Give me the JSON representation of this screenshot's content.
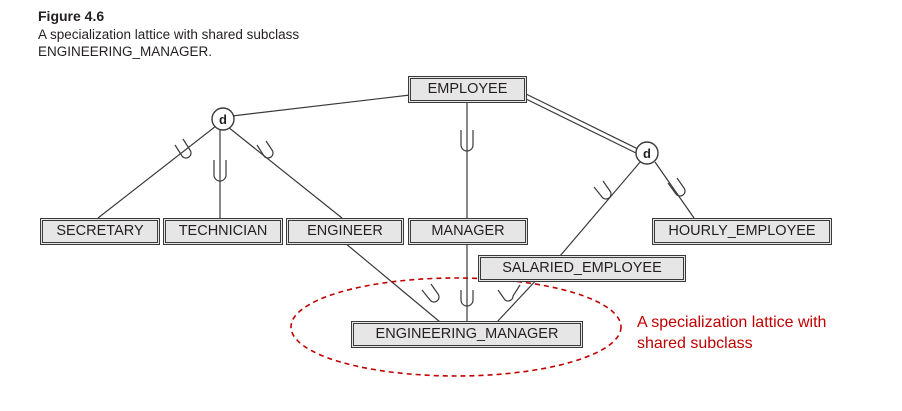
{
  "figure": {
    "label": "Figure 4.6",
    "caption_line1": "A specialization lattice with shared subclass",
    "caption_line2": "ENGINEERING_MANAGER."
  },
  "entities": {
    "employee": "EMPLOYEE",
    "secretary": "SECRETARY",
    "technician": "TECHNICIAN",
    "engineer": "ENGINEER",
    "manager": "MANAGER",
    "hourly_employee": "HOURLY_EMPLOYEE",
    "salaried_employee": "SALARIED_EMPLOYEE",
    "engineering_manager": "ENGINEERING_MANAGER"
  },
  "constraints": {
    "job_type": "d",
    "pay_type": "d"
  },
  "annotation": {
    "line1": "A specialization lattice with",
    "line2": "shared subclass",
    "color": "#c00000"
  }
}
